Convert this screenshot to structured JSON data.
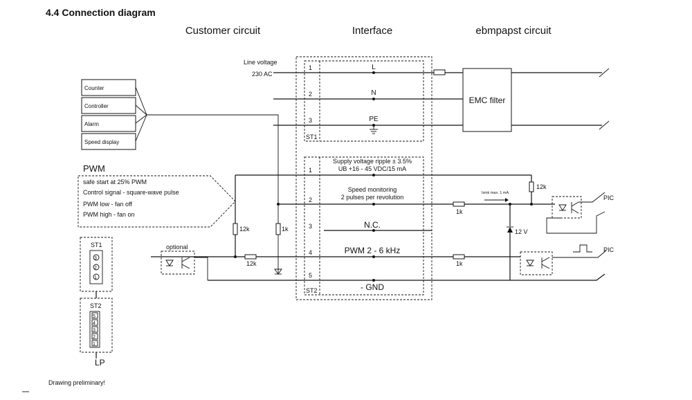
{
  "heading": "4.4 Connection diagram",
  "sections": {
    "customer": "Customer circuit",
    "interface": "Interface",
    "ebm": "ebmpapst circuit"
  },
  "line_voltage": {
    "label": "Line voltage",
    "value": "230 AC"
  },
  "devices": [
    "Counter",
    "Controller",
    "Alarm",
    "Speed display"
  ],
  "pwm": {
    "title": "PWM",
    "notes": [
      "safe start at 25% PWM",
      "Control signal - square-wave pulse",
      "PWM low - fan off",
      "PWM high - fan on"
    ]
  },
  "st1": {
    "name": "ST1",
    "pins": [
      "1",
      "2",
      "3"
    ],
    "signals": [
      "L",
      "N",
      "PE"
    ]
  },
  "st2": {
    "name": "ST2",
    "pins": [
      "1",
      "2",
      "3",
      "4",
      "5"
    ],
    "signals": [
      "Supply voltage ripple ± 3.5%",
      "UB +16 - 45 VDC/15 mA",
      "Speed monitoring",
      "2 pulses per revolution",
      "N.C.",
      "PWM 2 - 6 kHz",
      "- GND"
    ]
  },
  "emc_filter": "EMC filter",
  "components": {
    "r_12k_top": "12k",
    "r_1k_speed": "1k",
    "r_12k_left": "12k",
    "r_1k_left": "1k",
    "r_12k_series": "12k",
    "r_1k_pwm": "1k",
    "zener": "12 V",
    "isink": "Isink max. 1 mA",
    "pic_top": "PIC",
    "pic_bottom": "PIC",
    "optional": "optional"
  },
  "connector_block": {
    "st1_label": "ST1",
    "st1_pins": [
      "3",
      "2",
      "1"
    ],
    "st2_label": "ST2",
    "st2_pins": [
      "5",
      "4",
      "3",
      "2",
      "1"
    ],
    "lp_label": "LP"
  },
  "footnote": "Drawing preliminary!"
}
